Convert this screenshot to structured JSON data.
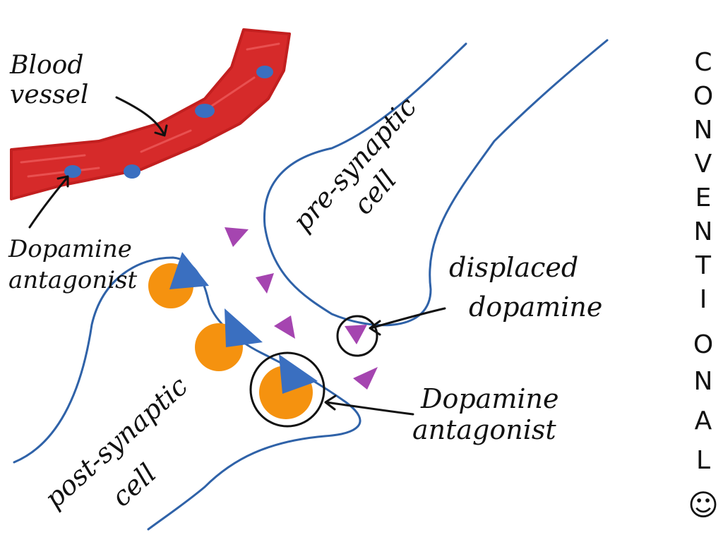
{
  "labels": {
    "blood_vessel_line1": "Blood",
    "blood_vessel_line2": "vessel",
    "dopamine_antagonist_left_line1": "Dopamine",
    "dopamine_antagonist_left_line2": "antagonist",
    "presynaptic_line1": "pre-synaptic",
    "presynaptic_line2": "cell",
    "displaced_line1": "displaced",
    "displaced_line2": "dopamine",
    "dopamine_antagonist_right_line1": "Dopamine",
    "dopamine_antagonist_right_line2": "antagonist",
    "postsynaptic_line1": "post-synaptic",
    "postsynaptic_line2": "cell"
  },
  "side_word": {
    "letters": [
      "C",
      "O",
      "N",
      "V",
      "E",
      "N",
      "T",
      "I",
      "O",
      "N",
      "A",
      "L"
    ],
    "smiley": "☺"
  },
  "colors": {
    "vessel_red": "#d62a2a",
    "membrane_blue": "#2f62a8",
    "receptor_orange": "#f5920f",
    "antagonist_blue": "#3a6fc0",
    "dopamine_purple": "#a545b0",
    "ink": "#111111"
  }
}
